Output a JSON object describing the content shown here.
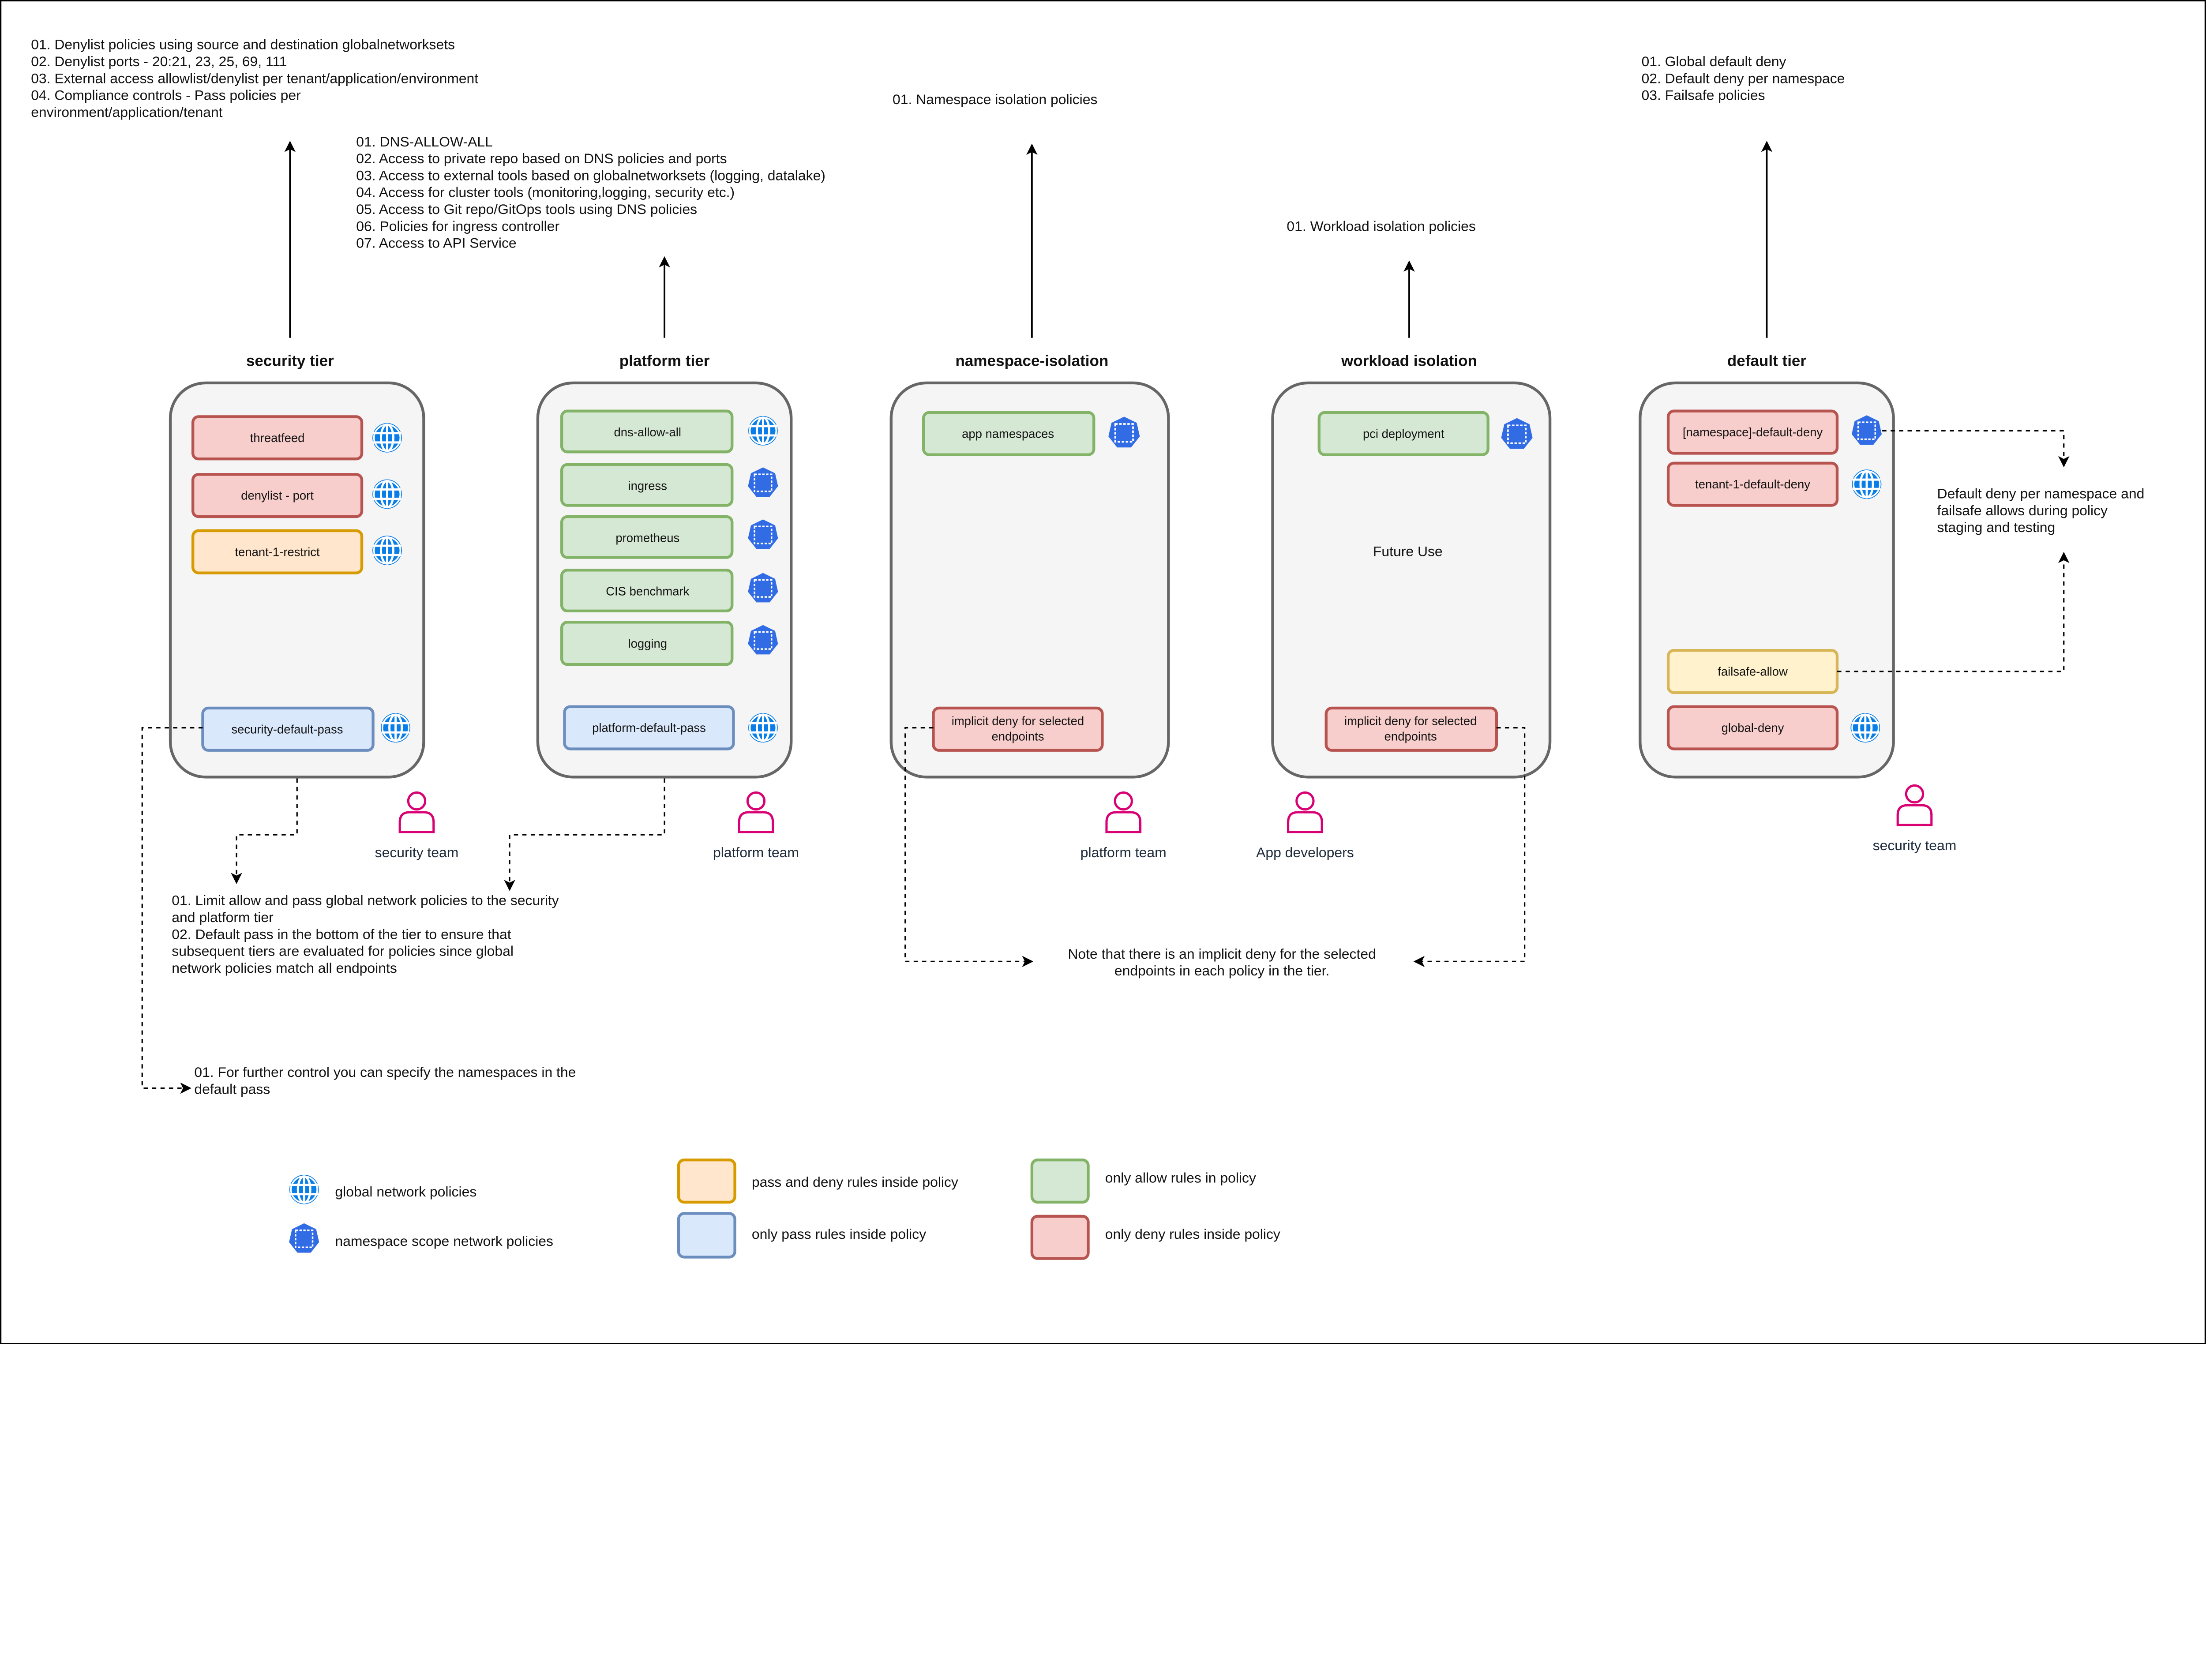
{
  "notes": {
    "security": [
      "01. Denylist policies using source and destination globalnetworksets",
      "02. Denylist ports - 20:21, 23, 25, 69, 111",
      "03. External access allowlist/denylist per tenant/application/environment",
      "04. Compliance controls - Pass policies per",
      "environment/application/tenant"
    ],
    "platform": [
      "01. DNS-ALLOW-ALL",
      "02. Access to private repo based on DNS policies and ports",
      "03. Access to external tools based on globalnetworksets (logging, datalake)",
      "04. Access for cluster tools (monitoring,logging, security etc.)",
      "05. Access to Git repo/GitOps tools using DNS policies",
      "06. Policies for ingress controller",
      "07. Access to API Service"
    ],
    "namespace": [
      "01. Namespace isolation policies"
    ],
    "workload": [
      "01. Workload isolation policies"
    ],
    "default": [
      "01. Global default deny",
      "02. Default deny per namespace",
      "03. Failsafe policies"
    ],
    "default_side": [
      "Default deny per namespace and",
      "failsafe allows during policy",
      "staging and testing"
    ],
    "pass_note": [
      "01. Limit allow and pass global network policies to the security",
      "and platform tier",
      "02. Default pass in the bottom of the tier to ensure that",
      "subsequent tiers are evaluated for policies since global",
      "network policies match all endpoints"
    ],
    "implicit_note": [
      "Note that there is an implicit deny for the selected",
      "endpoints in each policy in the tier."
    ],
    "further_note": [
      "01. For further control you can specify the namespaces in the",
      "default pass"
    ]
  },
  "tiers": {
    "security": {
      "title": "security tier",
      "items": [
        "threatfeed",
        "denylist - port",
        "tenant-1-restrict",
        "security-default-pass"
      ],
      "team": "security team"
    },
    "platform": {
      "title": "platform tier",
      "items": [
        "dns-allow-all",
        "ingress",
        "prometheus",
        "CIS benchmark",
        "logging",
        "platform-default-pass"
      ],
      "team": "platform team"
    },
    "namespace": {
      "title": "namespace-isolation",
      "items": [
        "app namespaces",
        "implicit deny for selected",
        "endpoints"
      ],
      "team": "platform team"
    },
    "workload": {
      "title": "workload isolation",
      "items": [
        "pci deployment",
        "implicit deny for selected",
        "endpoints"
      ],
      "placeholder": "Future Use",
      "team": "App developers"
    },
    "default": {
      "title": "default tier",
      "items": [
        "[namespace]-default-deny",
        "tenant-1-default-deny",
        "failsafe-allow",
        "global-deny"
      ],
      "team": "security team"
    }
  },
  "legend": {
    "global": "global network policies",
    "namespace": "namespace scope network policies",
    "pass_deny": "pass and deny rules inside policy",
    "pass_only": "only pass rules inside policy",
    "allow_only": "only allow rules in policy",
    "deny_only": "only deny rules inside policy"
  },
  "colors": {
    "deny": "#f8cecc",
    "allow": "#d5e8d4",
    "pass": "#dae8fc",
    "pass_deny": "#ffe6cc",
    "failsafe": "#fff2cc",
    "global_icon": "#0a7ee8",
    "namespace_icon": "#326ce5",
    "person_icon": "#d80073"
  }
}
